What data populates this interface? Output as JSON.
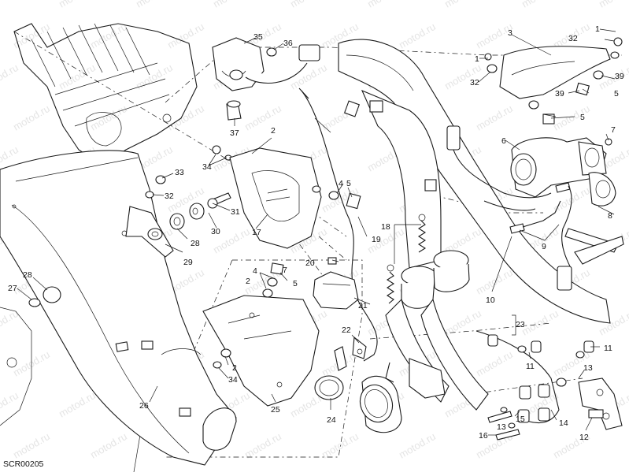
{
  "diagram": {
    "code": "SCR00205",
    "watermark": "motod.ru",
    "labels": {
      "l1a": "1",
      "l1b": "1",
      "l2a": "2",
      "l2b": "2",
      "l2c": "2",
      "l2d": "2",
      "l3": "3",
      "l4a": "4",
      "l4b": "4",
      "l5a": "5",
      "l5b": "5",
      "l5c": "5",
      "l5d": "5",
      "l6": "6",
      "l7a": "7",
      "l7b": "7",
      "l8": "8",
      "l9": "9",
      "l10": "10",
      "l11a": "11",
      "l11b": "11",
      "l12": "12",
      "l13a": "13",
      "l13b": "13",
      "l14": "14",
      "l15": "15",
      "l16": "16",
      "l17": "17",
      "l18": "18",
      "l19": "19",
      "l20": "20",
      "l21": "21",
      "l22": "22",
      "l23": "23",
      "l24": "24",
      "l25": "25",
      "l26": "26",
      "l27": "27",
      "l28a": "28",
      "l28b": "28",
      "l29": "29",
      "l30": "30",
      "l31": "31",
      "l32a": "32",
      "l32b": "32",
      "l32c": "32",
      "l33": "33",
      "l34a": "34",
      "l34b": "34",
      "l35": "35",
      "l36": "36",
      "l37": "37",
      "l39a": "39",
      "l39b": "39"
    }
  }
}
